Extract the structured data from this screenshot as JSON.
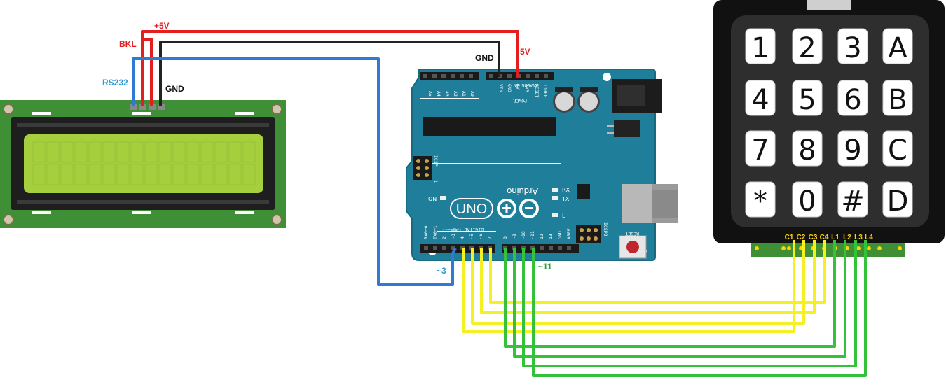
{
  "labels": {
    "plus5v": "+5V",
    "bkl": "BKL",
    "rs232": "RS232",
    "gnd_lcd": "GND",
    "gnd_arduino": "GND",
    "v5_arduino": "5V",
    "pin3": "~3",
    "pin11": "~11"
  },
  "arduino": {
    "brand": "Arduino",
    "model": "UNO",
    "analog_header": "ANALOG IN",
    "power_header": "POWER",
    "digital_header": "DIGITAL (PWM=~)",
    "analog_pins": [
      "A5",
      "A4",
      "A3",
      "A2",
      "A1",
      "A0"
    ],
    "power_pins": [
      "VIN",
      "GND",
      "GND",
      "5V",
      "3V3",
      "RESET",
      "IOREF"
    ],
    "digital_low": [
      "RX0─0",
      "TX0─1",
      "2",
      "~3",
      "4",
      "~5",
      "~6",
      "7"
    ],
    "digital_high": [
      "8",
      "~9",
      "~10",
      "~11",
      "12",
      "13",
      "GND",
      "AREF"
    ],
    "icsp": "ICSP",
    "icsp2": "ICSP2",
    "on": "ON",
    "rx": "RX",
    "tx": "TX",
    "l": "L",
    "reset": "RESET",
    "icsp_num": "1"
  },
  "keypad": {
    "keys": [
      "1",
      "2",
      "3",
      "A",
      "4",
      "5",
      "6",
      "B",
      "7",
      "8",
      "9",
      "C",
      "*",
      "0",
      "#",
      "D"
    ],
    "pins": [
      "C1",
      "C2",
      "C3",
      "C4",
      "L1",
      "L2",
      "L3",
      "L4"
    ]
  },
  "colors": {
    "red_wire": "#e41e1e",
    "black_wire": "#222222",
    "blue_wire": "#2f7bd4",
    "yellow_wire": "#f5f021",
    "green_wire": "#35c23b",
    "board": "#1f7f9a",
    "lcd_pcb": "#3e8f35",
    "lcd_screen": "#a6cf3d",
    "label_red": "#e41e1e",
    "label_blue": "#2f9bd4",
    "label_green": "#2a9d3a"
  }
}
